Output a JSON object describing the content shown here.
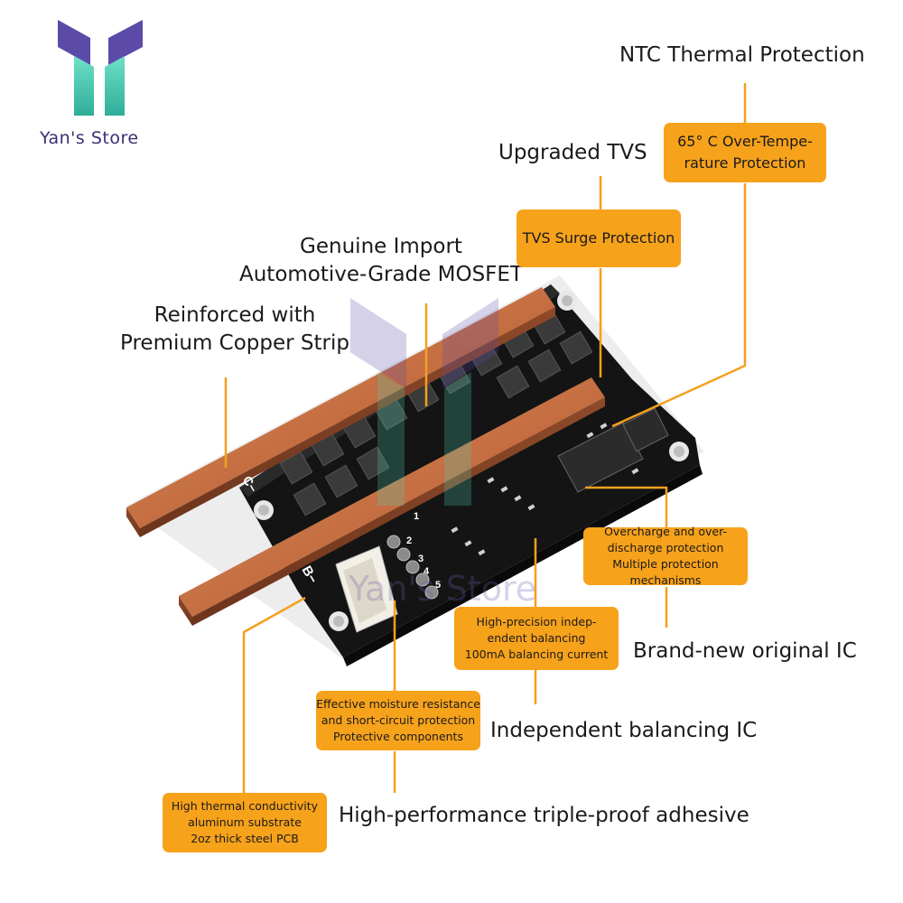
{
  "brand": {
    "name": "Yan's Store",
    "watermark": "Yan's Store",
    "colors": {
      "logo_purple": "#5b4aa8",
      "logo_teal": "#4fd1b4",
      "callout_orange": "#f7a21b",
      "leader_line": "#f3a01e",
      "pcb_black": "#141414",
      "copper": "#c8784c"
    }
  },
  "board_markings": {
    "b_minus": "B−",
    "c_minus": "C−",
    "pins": [
      "1",
      "2",
      "3",
      "4",
      "5"
    ]
  },
  "headings": {
    "ntc": "NTC Thermal Protection",
    "tvs": "Upgraded TVS",
    "mosfet_line1": "Genuine Import",
    "mosfet_line2": "Automotive-Grade MOSFET",
    "copper_line1": "Reinforced with",
    "copper_line2": "Premium Copper Strip",
    "ic": "Brand-new original IC",
    "balancing": "Independent balancing IC",
    "adhesive": "High-performance triple-proof adhesive"
  },
  "callouts": {
    "overtemp": [
      "65° C Over-Tempe-",
      "rature Protection"
    ],
    "tvs_surge": [
      "TVS Surge Protection"
    ],
    "overcharge": [
      "Overcharge and over-",
      "discharge protection",
      "Multiple protection mechanisms"
    ],
    "balancing": [
      "High-precision indep-",
      "endent balancing",
      "100mA balancing current"
    ],
    "moisture": [
      "Effective moisture resistance",
      "and short-circuit protection",
      "Protective components"
    ],
    "substrate": [
      "High thermal conductivity",
      "aluminum substrate",
      "2oz thick steel PCB"
    ]
  }
}
